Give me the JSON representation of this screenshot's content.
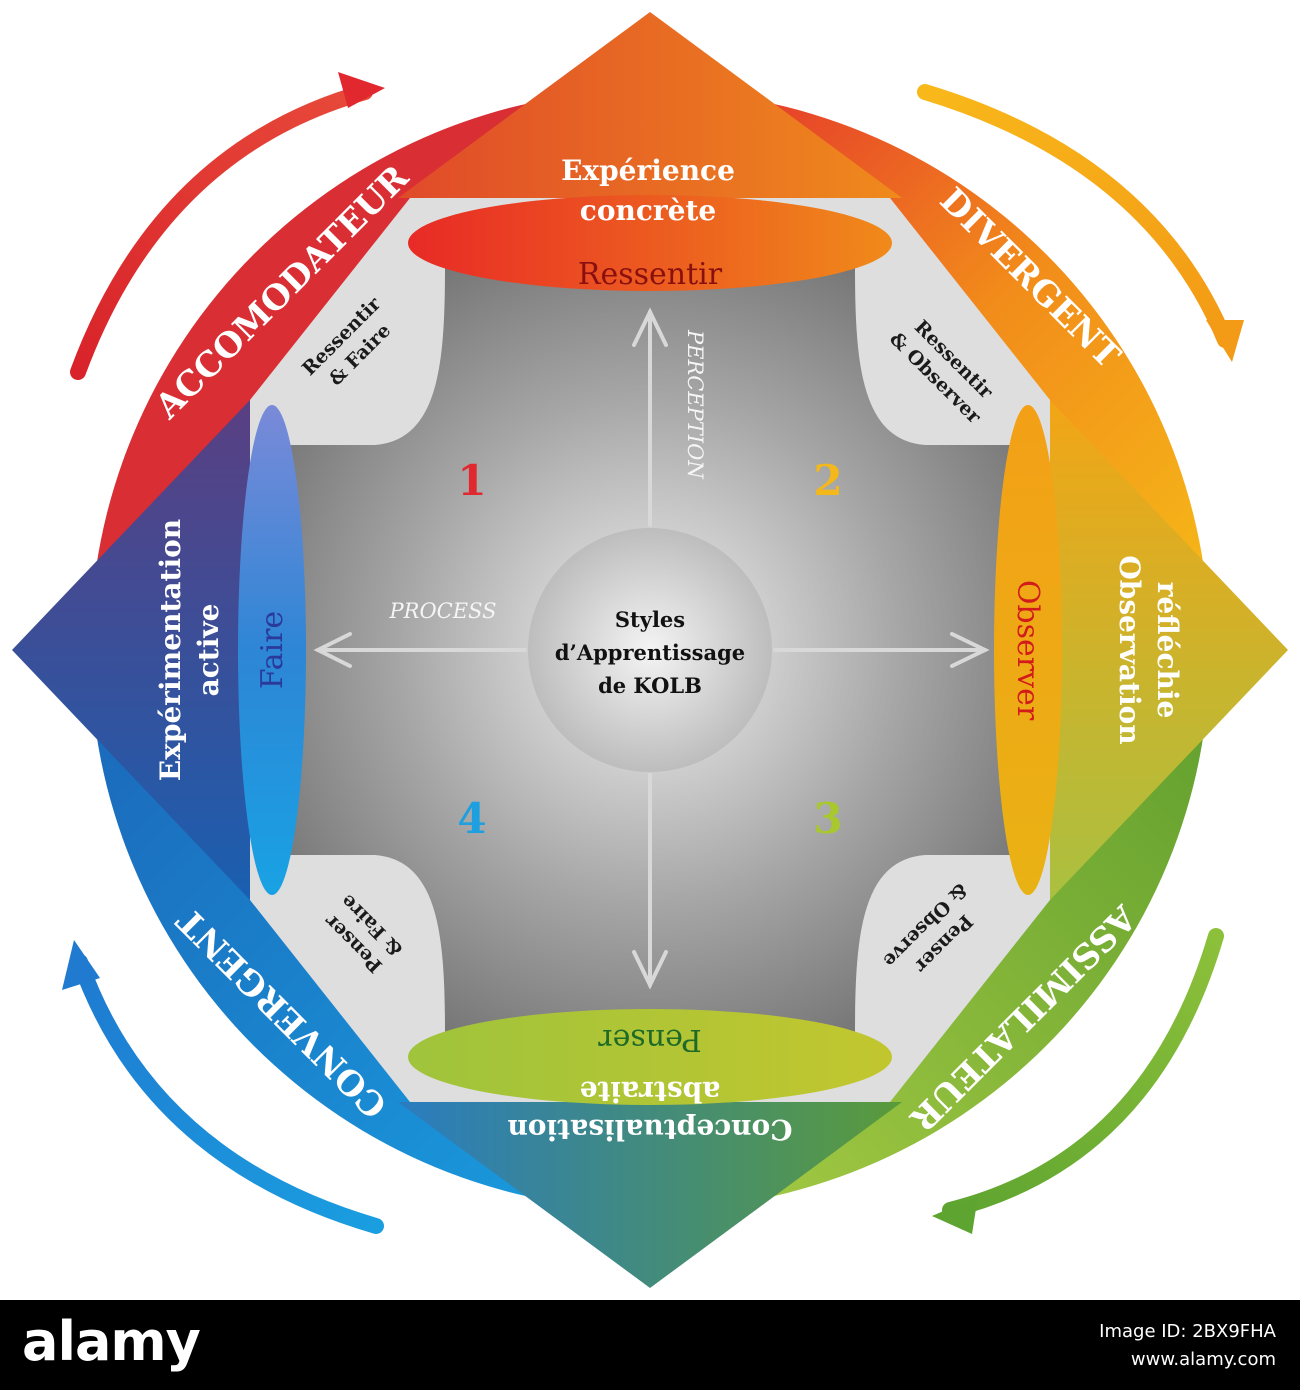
{
  "center": {
    "line1": "Styles",
    "line2": "d’Apprentissage",
    "line3": "de KOLB"
  },
  "poles": {
    "top": {
      "title1": "Expérience",
      "title2": "concrète",
      "verb": "Ressentir"
    },
    "right": {
      "title1": "Observation",
      "title2": "réfléchie",
      "verb": "Observer"
    },
    "bottom": {
      "title1": "Conceptualisation",
      "title2": "abstraite",
      "verb": "Penser"
    },
    "left": {
      "title1": "Expérimentation",
      "title2": "active",
      "verb": "Faire"
    }
  },
  "styles": {
    "accomodateur": "ACCOMODATEUR",
    "divergent": "DIVERGENT",
    "assimilateur": "ASSIMILATEUR",
    "convergent": "CONVERGENT"
  },
  "corners": {
    "tl": {
      "l1": "Ressentir",
      "l2": "& Faire"
    },
    "tr": {
      "l1": "Ressentir",
      "l2": "& Observer"
    },
    "br": {
      "l1": "Penser",
      "l2": "& Observe"
    },
    "bl": {
      "l1": "Penser",
      "l2": "& Faire"
    }
  },
  "numbers": {
    "n1": "1",
    "n2": "2",
    "n3": "3",
    "n4": "4"
  },
  "axes": {
    "perception": "PERCEPTION",
    "process": "PROCESS"
  },
  "colors": {
    "red": "#e0282e",
    "orange": "#f08a1a",
    "yellow": "#f5b81a",
    "green": "#7db83a",
    "blue": "#1677c8",
    "purple": "#3a3f8c"
  },
  "footer": {
    "brand": "alamy",
    "image_id": "Image ID: 2BX9FHA",
    "site": "www.alamy.com"
  }
}
